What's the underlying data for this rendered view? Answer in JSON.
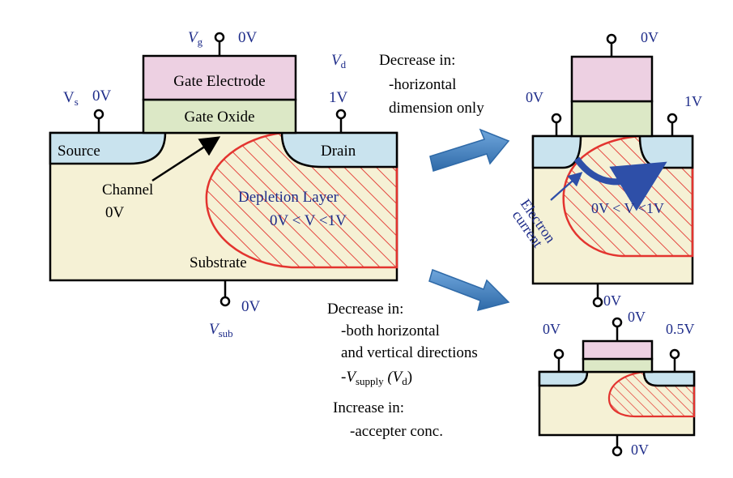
{
  "main": {
    "gate_electrode": "Gate Electrode",
    "gate_oxide": "Gate Oxide",
    "source": "Source",
    "drain": "Drain",
    "channel": "Channel",
    "channel_v": "0V",
    "depletion": "Depletion Layer",
    "depletion_range": "0V < V <1V",
    "substrate": "Substrate",
    "vg_label": "V",
    "vg_sub": "g",
    "vg_val": "0V",
    "vd_label": "V",
    "vd_sub": "d",
    "vd_val": "1V",
    "vs_label": "V",
    "vs_sub": "s",
    "vs_val": "0V",
    "vsub_label": "V",
    "vsub_sub": "sub",
    "vsub_val": "0V"
  },
  "note_horizontal": {
    "title": "Decrease in:",
    "line1": "-horizontal",
    "line2": "dimension only"
  },
  "note_both": {
    "title": "Decrease in:",
    "line1": "-both horizontal",
    "line2": "and vertical directions",
    "line3_prefix": "-V",
    "line3_sub": "supply",
    "line3_paren_open": " (V",
    "line3_paren_sub": "d",
    "line3_paren_close": ")",
    "inc_title": "Increase in:",
    "inc_line": "-accepter conc."
  },
  "top_right": {
    "gate_v": "0V",
    "source_v": "0V",
    "drain_v": "1V",
    "sub_v": "0V",
    "electron1": "Electron",
    "electron2": "current",
    "range": "0V < V <1V"
  },
  "bottom_right": {
    "gate_v": "0V",
    "source_v": "0V",
    "drain_v": "0.5V",
    "sub_v": "0V"
  },
  "colors": {
    "gate": "#edd0e2",
    "oxide": "#dce8c6",
    "sd": "#c9e3ee",
    "substrate": "#f5f1d5",
    "depletion": "#e3342f",
    "arrow": "#4a86c5",
    "electron": "#2e4fa8"
  }
}
